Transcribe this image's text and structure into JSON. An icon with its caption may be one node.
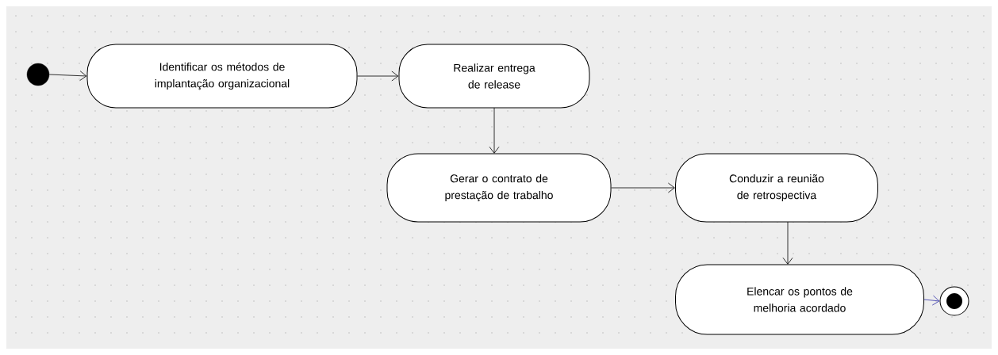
{
  "diagram": {
    "nodes": [
      {
        "text": [],
        "shape": "circle"
      },
      {
        "text": [
          "Identificar os métodos de implantação organizacional"
        ]
      },
      {
        "text": [
          "Realizar entrega de release"
        ]
      },
      {
        "text": [
          "Gerar o contrato de prestação de trabalho"
        ]
      },
      {
        "text": [
          "Conduzir a reunião de retrospectiva"
        ]
      },
      {
        "text": [
          "Elencar os pontos de melhoria acordado"
        ]
      },
      {
        "text": [],
        "shape": "bullseye"
      }
    ],
    "edges": [
      {
        "from": 0,
        "to": 1,
        "arrow": "to"
      },
      {
        "from": 1,
        "to": 2,
        "arrow": "to"
      },
      {
        "from": 2,
        "to": 3,
        "arrow": "to"
      },
      {
        "from": 3,
        "to": 4,
        "arrow": "to"
      },
      {
        "from": 4,
        "to": 5,
        "arrow": "to"
      },
      {
        "from": 5,
        "to": 6,
        "arrow": "to",
        "color": "#3333aa"
      }
    ]
  }
}
